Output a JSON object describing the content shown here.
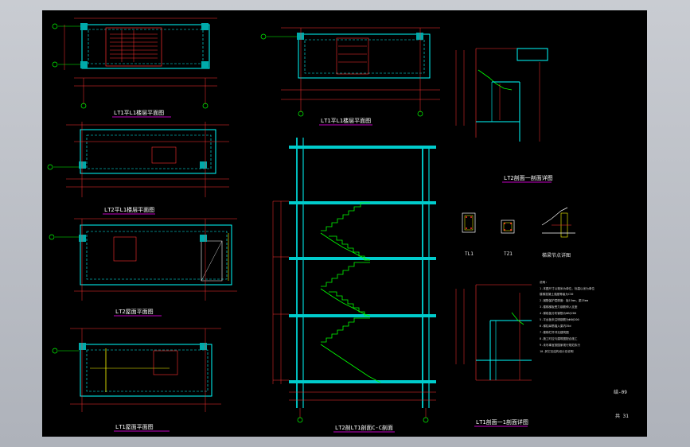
{
  "titles": {
    "plan_a": "LT1平L1楼层平面图",
    "plan_b": "LT2平L1楼层平面图",
    "plan_c": "LT2屋面平面图",
    "plan_d": "LT1屋面平面图",
    "plan_top_mid": "LT1平L1楼层平面图",
    "section_main": "LT2剖LT1剖面C-C剖面",
    "section_right_top": "LT2剖面一剖面详图",
    "section_right_bot": "LT1剖面一1剖面详图"
  },
  "details": {
    "d1": "TL1",
    "d2": "TZ1",
    "d3": "梯梁节点详图"
  },
  "notes": {
    "header": "说明:",
    "lines": [
      "1.本图尺寸以毫米为单位，标高以米为单位",
      "  楼梯混凝土强度等级为C30",
      "2.钢筋保护层厚度：板15mm，梁25mm",
      "3.楼梯梯板受力钢筋伸入支座",
      "4.梯段板分布钢筋为Φ6@200",
      "5.平台板未注明钢筋为Φ8@200",
      "6.梯柱纵筋锚入梁内35d",
      "7.楼梯栏杆详见建筑图",
      "8.施工时应与建筑图配合施工",
      "9.未尽事宜按国家现行规范执行",
      "10.其它见结构设计总说明"
    ]
  },
  "stamp": {
    "line1": "结-09",
    "line2": "共 31"
  },
  "colors": {
    "background": "#000000",
    "wall": "#00ffff",
    "dim": "#ff3030",
    "red": "#ff2020",
    "green": "#00ff00",
    "yellow": "#ffff00",
    "magenta": "#ff00ff",
    "white": "#ffffff"
  }
}
